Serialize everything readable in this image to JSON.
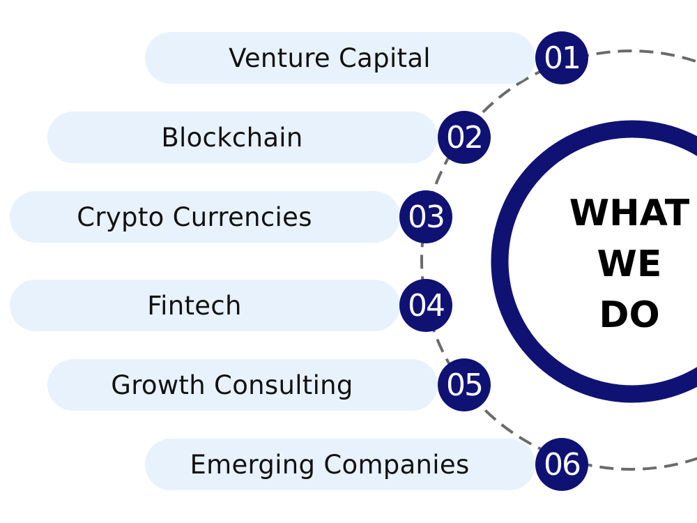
{
  "center": {
    "title_lines": [
      "WHAT",
      "WE",
      "DO"
    ]
  },
  "items": [
    {
      "number": "01",
      "label": "Venture Capital"
    },
    {
      "number": "02",
      "label": "Blockchain"
    },
    {
      "number": "03",
      "label": "Crypto Currencies"
    },
    {
      "number": "04",
      "label": "Fintech"
    },
    {
      "number": "05",
      "label": "Growth Consulting"
    },
    {
      "number": "06",
      "label": "Emerging Companies"
    }
  ],
  "colors": {
    "badge": "#0f1273",
    "ring": "#0f1273",
    "pill": "#e8f2fc",
    "dashed_circle": "#6b6b6b"
  }
}
